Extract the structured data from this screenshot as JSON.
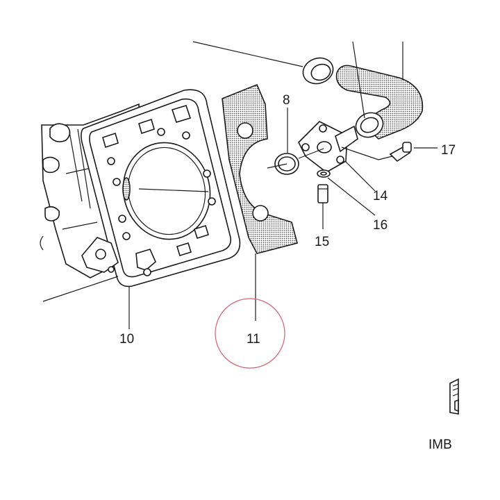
{
  "callouts": [
    {
      "id": "8",
      "label": "8"
    },
    {
      "id": "10",
      "label": "10"
    },
    {
      "id": "11",
      "label": "11"
    },
    {
      "id": "14",
      "label": "14"
    },
    {
      "id": "15",
      "label": "15"
    },
    {
      "id": "16",
      "label": "16"
    },
    {
      "id": "17",
      "label": "17"
    }
  ],
  "highlighted_callout": "11",
  "highlight_color": "#d9697a",
  "gasket_fill": "#c8c8c8",
  "reference_code": "IMB",
  "corner_icon": "document-stamp-icon"
}
